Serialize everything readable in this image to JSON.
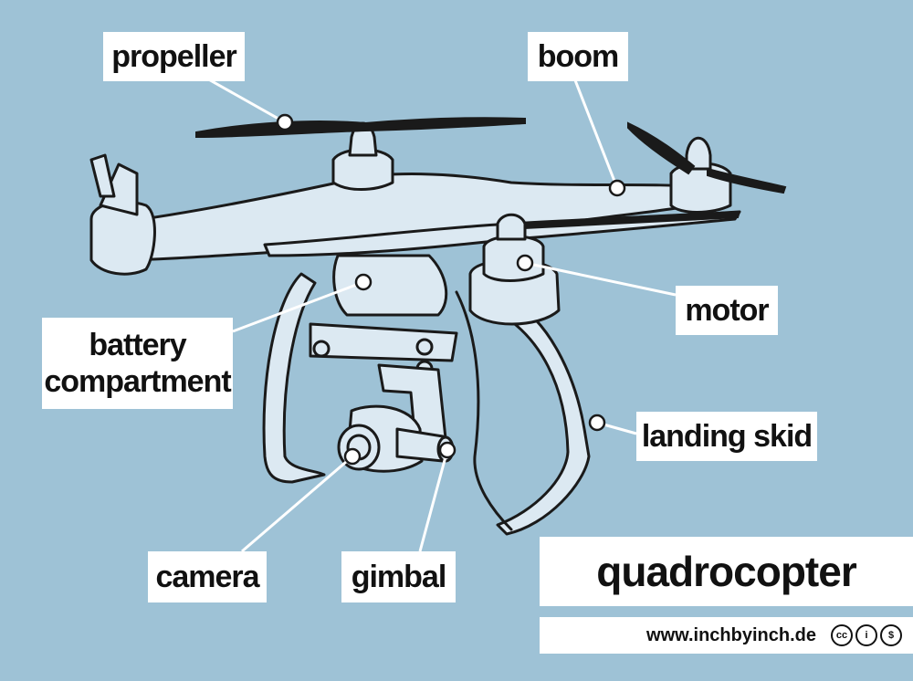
{
  "labels": {
    "propeller": "propeller",
    "boom": "boom",
    "motor": "motor",
    "battery_line1": "battery",
    "battery_line2": "compartment",
    "landing_skid": "landing skid",
    "camera": "camera",
    "gimbal": "gimbal"
  },
  "title": "quadrocopter",
  "credit": {
    "url": "www.inchbyinch.de",
    "license_icons": [
      "cc-icon",
      "by-attribution-icon",
      "noncommercial-icon"
    ],
    "icon_text": [
      "cc",
      "i",
      "$"
    ]
  },
  "colors": {
    "background": "#9ec2d6",
    "drone_fill": "#dce9f2",
    "outline": "#1a1a1a"
  }
}
